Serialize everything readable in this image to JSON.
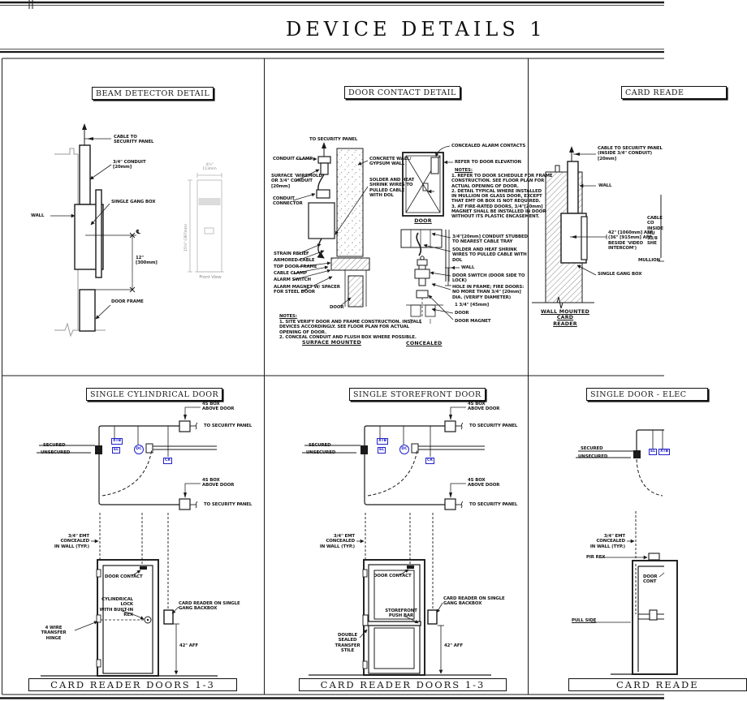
{
  "sheet": {
    "title": "DEVICE DETAILS 1"
  },
  "beam": {
    "title": "BEAM DETECTOR DETAIL",
    "cable": "CABLE TO\nSECURITY PANEL",
    "conduit": "3/4\" CONDUIT\n[20mm]",
    "gang_box": "SINGLE GANG BOX",
    "wall": "WALL",
    "centerline": "℄",
    "dim_12": "12\"\n[300mm]",
    "door_frame": "DOOR FRAME",
    "fv_width": "4¾\"\n113mm",
    "fv_height": "15¾\" (387mm)",
    "fv_caption": "Front View"
  },
  "contact": {
    "title": "DOOR CONTACT DETAIL",
    "to_panel": "TO SECURITY PANEL",
    "clamp": "CONDUIT CLAMP",
    "wiremold": "SURFACE 'WIREMOLD'\nOR 3/4\" CONDUIT\n[20mm]",
    "connector": "CONDUIT\nCONNECTOR",
    "concrete": "CONCRETE WALL/\nGYPSUM WALL",
    "solder_sm": "SOLDER AND HEAT\nSHRINK WIRES TO\nPULLED CABLE\nWITH DOL",
    "strain": "STRAIN RELIEF",
    "armored": "ARMORED CABLE",
    "top_frame": "TOP DOOR FRAME",
    "cable_clamp": "CABLE CLAMP",
    "alarm_switch": "ALARM SWITCH",
    "alarm_magnet": "ALARM MAGNET W/ SPACER\nFOR STEEL DOOR",
    "door_sm": "DOOR",
    "notes_title": "NOTES:",
    "notes_sm": "1. SITE VERIFY DOOR AND FRAME CONSTRUCTION. INSTALL\n    DEVICES ACCORDINGLY. SEE FLOOR PLAN FOR ACTUAL\n    OPENING OF DOOR.\n2. CONCEAL CONDUIT AND FLUSH BOX WHERE POSSIBLE.",
    "caption_sm": "SURFACE MOUNTED",
    "concealed_contacts": "CONCEALED ALARM CONTACTS",
    "refer": "REFER TO DOOR ELEVATION",
    "door_elev": "DOOR",
    "notes_c": "1. REFER TO DOOR SCHEDULE FOR FRAME\n    CONSTRUCTION. SEE FLOOR PLAN FOR\n    ACTUAL OPENING OF DOOR.\n2. DETAIL TYPICAL WHERE INSTALLED\n    IN MULLION OR GLASS DOOR, EXCEPT\n    THAT EMT OR BOX IS NOT REQUIRED.\n3. AT FIRE-RATED DOORS, 3/4\"[20mm]\n    MAGNET SHALL BE INSTALLED IN DOOR\n    WITHOUT ITS PLASTIC ENCASEMENT.",
    "stub": "3/4\"[20mm] CONDUIT STUBBED\nTO NEAREST CABLE TRAY",
    "solder_c": "SOLDER AND HEAT SHRINK\nWIRES TO PULLED CABLE WITH\nDOL",
    "wall": "WALL",
    "door_switch": "DOOR SWITCH (DOOR SIDE TO\nLOCK)",
    "hole": "HOLE IN FRAME; FIRE DOORS:\nNO MORE THAN 3/4\" [20mm]\nDIA. (VERIFY DIAMETER)",
    "dim_134": "1 3/4\" [45mm]",
    "door_c": "DOOR",
    "magnet": "DOOR MAGNET",
    "caption_c": "CONCEALED"
  },
  "reader": {
    "title": "CARD READE",
    "cable": "CABLE TO SECURITY PANEL\n(INSIDE 3/4\" CONDUIT)\n[20mm]",
    "wall": "WALL",
    "aff": "42\" [1060mm] AFF\n(36\" [915mm] AFF\nBESIDE 'VIDEO INTERCOM')",
    "gang_box": "SINGLE GANG BOX",
    "caption": "WALL MOUNTED CARD\nREADER",
    "frag_cable": "CABLE CO\nINSIDE MU\n13/8 SHE",
    "frag_mullion": "MULLION"
  },
  "plan": {
    "secured": "SECURED",
    "unsecured": "UNSECURED",
    "box_4s": "4S BOX\nABOVE DOOR",
    "to_panel": "TO SECURITY PANEL",
    "emt": "3/4\" EMT CONCEALED\nIN WALL (TYP.)",
    "door_contact": "DOOR CONTACT",
    "reader_backbox": "CARD READER ON SINGLE\nGANG BACKBOX",
    "aff_42": "42\" AFF"
  },
  "tags": {
    "xtb": "XTB",
    "el": "EL",
    "dc": "DC",
    "cr": "CR"
  },
  "cyl": {
    "title": "SINGLE CYLINDRICAL DOOR",
    "lock": "CYLINDRICAL LOCK\nWITH BUILT-IN\nREX",
    "hinge": "4 WIRE TRANSFER\nHINGE"
  },
  "store": {
    "title": "SINGLE STOREFRONT DOOR",
    "push_bar": "STOREFRONT\nPUSH BAR",
    "stile": "DOUBLE SEALED\nTRANSFER STILE"
  },
  "elec": {
    "title": "SINGLE DOOR - ELEC",
    "pir": "PIR REX",
    "door_cont": "DOOR CONT",
    "pull_side": "PULL SIDE"
  },
  "captions": {
    "doors": "CARD READER DOORS 1-3",
    "doors_clipped": "CARD READE"
  }
}
